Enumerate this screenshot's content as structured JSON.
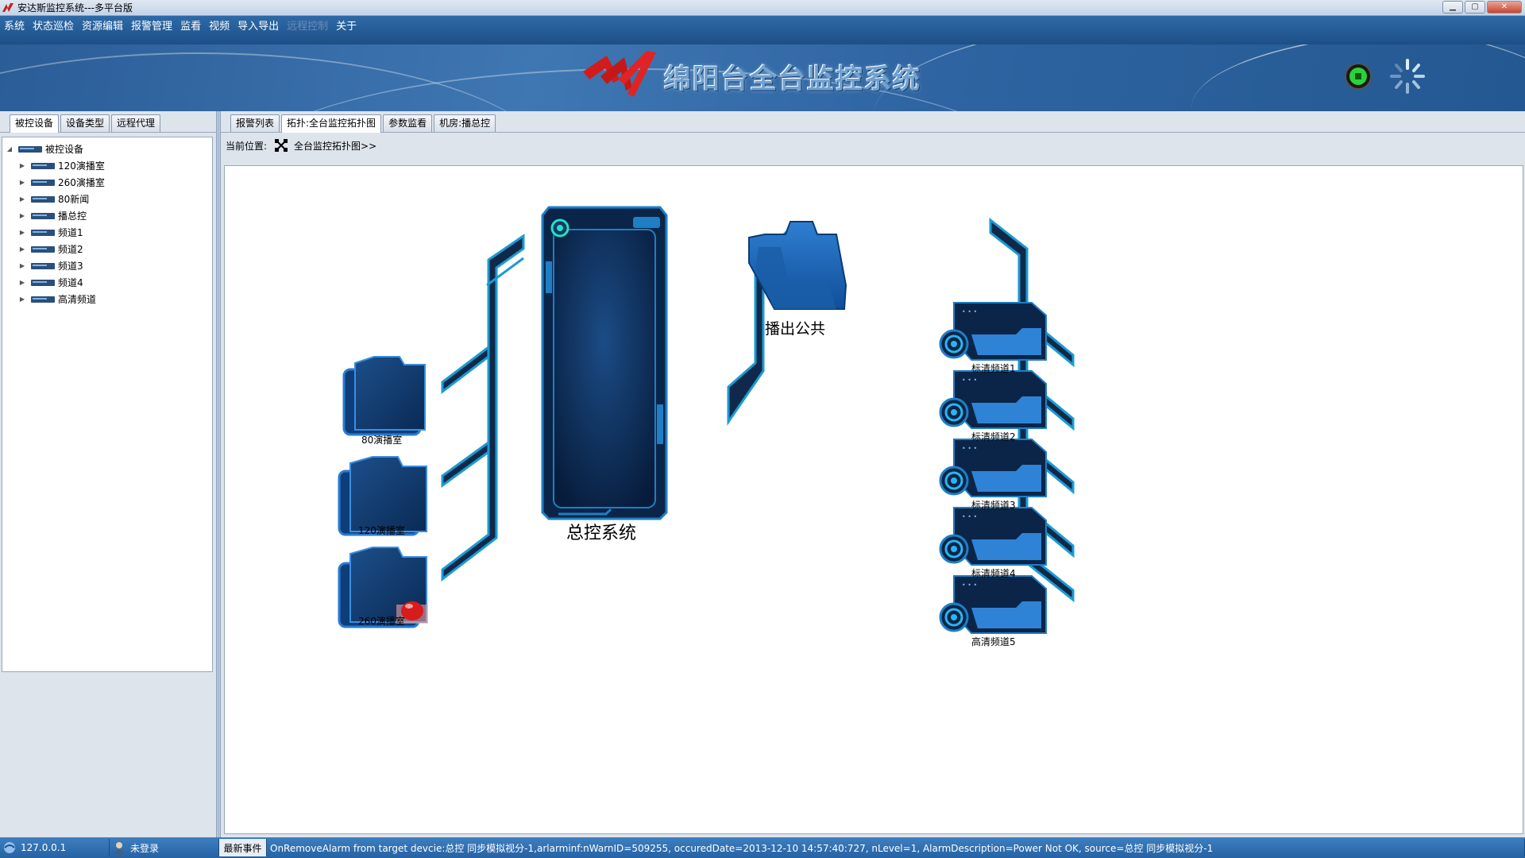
{
  "window": {
    "title": "安达斯监控系统---多平台版"
  },
  "menu": [
    "系统",
    "状态巡检",
    "资源编辑",
    "报警管理",
    "监看",
    "视频",
    "导入导出",
    "远程控制",
    "关于"
  ],
  "menu_disabled_index": 7,
  "banner": {
    "title": "绵阳台全台监控系统"
  },
  "left_tabs": [
    "被控设备",
    "设备类型",
    "远程代理"
  ],
  "tree": {
    "root": "被控设备",
    "children": [
      "120演播室",
      "260演播室",
      "80新闻",
      "播总控",
      "频道1",
      "频道2",
      "频道3",
      "频道4",
      "高清频道"
    ]
  },
  "right_tabs": [
    "报警列表",
    "拓扑:全台监控拓扑图",
    "参数监看",
    "机房:播总控"
  ],
  "location": {
    "label": "当前位置:",
    "path": "全台监控拓扑图>>"
  },
  "topology": {
    "studios": [
      "80演播室",
      "120演播室",
      "260演播室"
    ],
    "center": "总控系统",
    "public": "播出公共",
    "channels": [
      "标清频道1",
      "标清频道2",
      "标清频道3",
      "标清频道4",
      "高清频道5"
    ],
    "alarm_on": "260演播室"
  },
  "statusbar": {
    "ip": "127.0.0.1",
    "user": "未登录",
    "event_label": "最新事件",
    "event": "OnRemoveAlarm from target devcie:总控 同步模拟视分-1,arlarminf:nWarnID=509255, occuredDate=2013-12-10 14:57:40:727, nLevel=1, AlarmDescription=Power Not OK, source=总控 同步模拟视分-1"
  },
  "colors": {
    "menubar": "#1d4f86",
    "frame_dark": "#0b2548",
    "frame_accent": "#1e7fc4",
    "connector": "#1b9bd2",
    "status_green": "#2ad33a",
    "alarm_red": "#d81b1b"
  }
}
